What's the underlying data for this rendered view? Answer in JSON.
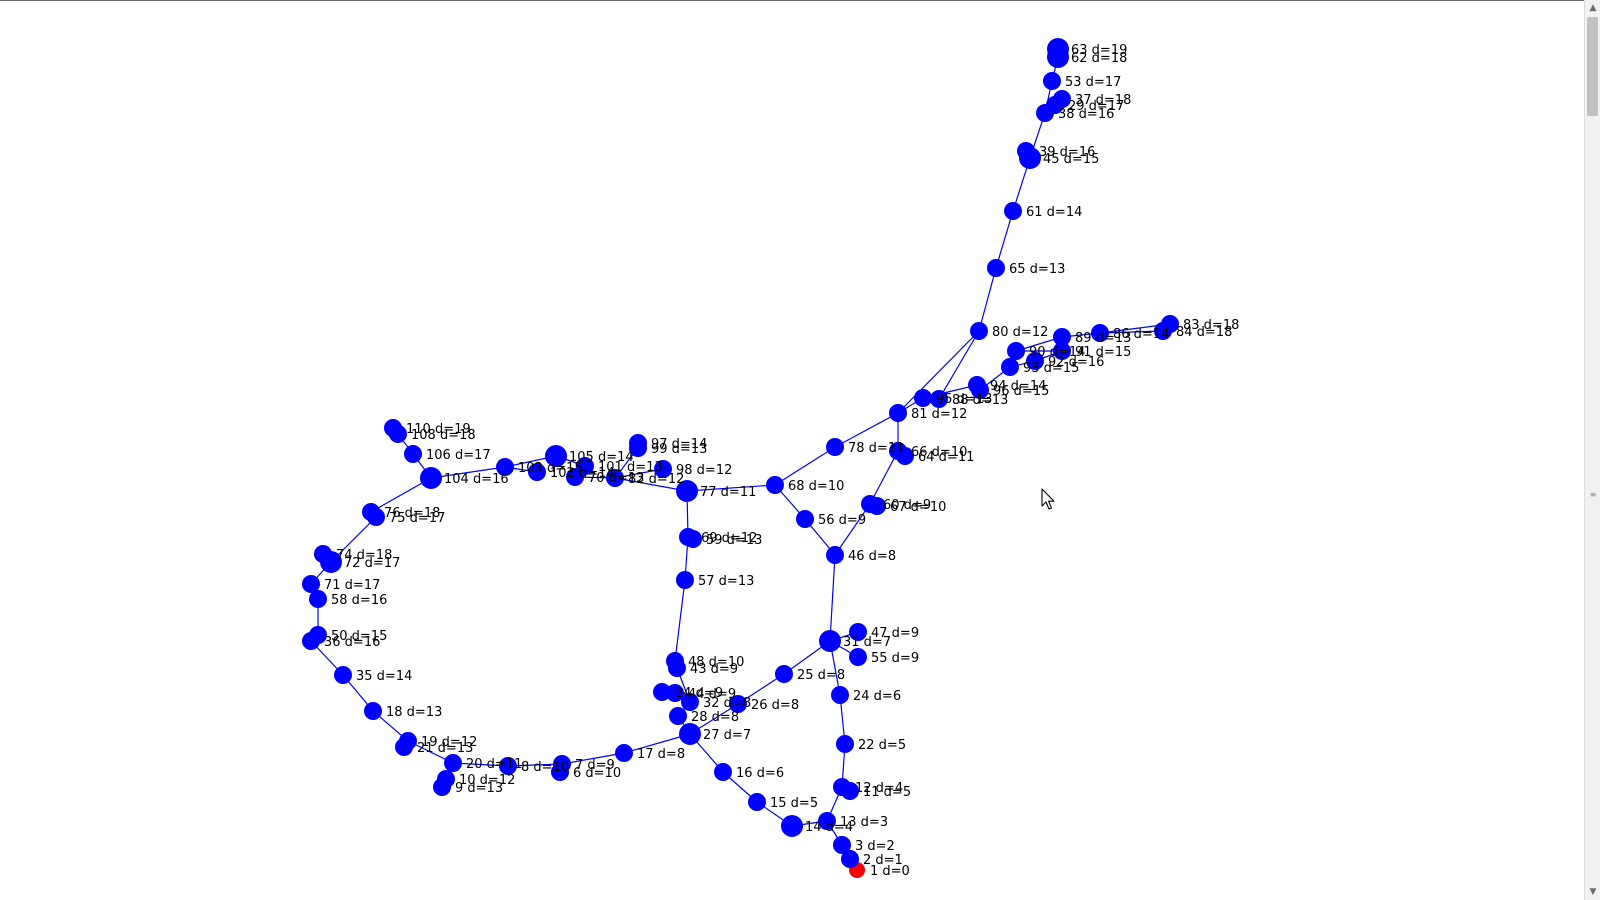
{
  "graph": {
    "start_color": "#ff0000",
    "node_color": "#0000ff",
    "edge_color": "#0000ff",
    "nodes": [
      {
        "id": "1",
        "label": "1 d=0",
        "start": true
      },
      {
        "id": "2",
        "label": "2 d=1"
      },
      {
        "id": "3",
        "label": "3 d=2"
      },
      {
        "id": "13",
        "label": "13 d=3"
      },
      {
        "id": "14",
        "label": "14 d=4"
      },
      {
        "id": "12",
        "label": "12 d=4"
      },
      {
        "id": "11",
        "label": "11 d=5"
      },
      {
        "id": "22",
        "label": "22 d=5"
      },
      {
        "id": "24",
        "label": "24 d=6"
      },
      {
        "id": "15",
        "label": "15 d=5"
      },
      {
        "id": "16",
        "label": "16 d=6"
      },
      {
        "id": "27",
        "label": "27 d=7"
      },
      {
        "id": "17",
        "label": "17 d=8"
      },
      {
        "id": "28",
        "label": "28 d=8"
      },
      {
        "id": "26",
        "label": "26 d=8"
      },
      {
        "id": "25",
        "label": "25 d=8"
      },
      {
        "id": "31",
        "label": "31 d=7"
      },
      {
        "id": "46",
        "label": "46 d=8"
      },
      {
        "id": "56",
        "label": "56 d=9"
      },
      {
        "id": "68",
        "label": "68 d=10"
      },
      {
        "id": "77",
        "label": "77 d=11"
      },
      {
        "id": "78",
        "label": "78 d=11"
      },
      {
        "id": "81",
        "label": "81 d=12"
      },
      {
        "id": "80",
        "label": "80 d=12"
      },
      {
        "id": "65",
        "label": "65 d=13"
      },
      {
        "id": "61",
        "label": "61 d=14"
      },
      {
        "id": "45",
        "label": "45 d=15"
      },
      {
        "id": "38",
        "label": "38 d=16"
      },
      {
        "id": "53",
        "label": "53 d=17"
      },
      {
        "id": "62",
        "label": "62 d=18"
      },
      {
        "id": "63",
        "label": "63 d=19"
      },
      {
        "id": "37",
        "label": "37 d=18"
      },
      {
        "id": "39",
        "label": "39 d=16"
      },
      {
        "id": "29",
        "label": "29 d=17"
      },
      {
        "id": "60",
        "label": "60 d=9"
      },
      {
        "id": "67",
        "label": "67 d=10"
      },
      {
        "id": "66",
        "label": "66 d=10"
      },
      {
        "id": "64",
        "label": "64 d=11"
      },
      {
        "id": "57",
        "label": "57 d=13"
      },
      {
        "id": "69",
        "label": "69 d=12"
      },
      {
        "id": "59",
        "label": "59 d=13"
      },
      {
        "id": "48",
        "label": "48 d=10"
      },
      {
        "id": "43",
        "label": "43 d=9"
      },
      {
        "id": "32",
        "label": "32 d=8"
      },
      {
        "id": "34",
        "label": "34 d=9"
      },
      {
        "id": "44",
        "label": "44 d=9"
      },
      {
        "id": "18",
        "label": "18 d=13"
      },
      {
        "id": "35",
        "label": "35 d=14"
      },
      {
        "id": "36",
        "label": "36 d=16"
      },
      {
        "id": "50",
        "label": "50 d=15"
      },
      {
        "id": "58",
        "label": "58 d=16"
      },
      {
        "id": "71",
        "label": "71 d=17"
      },
      {
        "id": "72",
        "label": "72 d=17"
      },
      {
        "id": "74",
        "label": "74 d=18"
      },
      {
        "id": "75",
        "label": "75 d=17"
      },
      {
        "id": "76",
        "label": "76 d=18"
      },
      {
        "id": "104",
        "label": "104 d=16"
      },
      {
        "id": "106",
        "label": "106 d=17"
      },
      {
        "id": "108",
        "label": "108 d=18"
      },
      {
        "id": "110",
        "label": "110 d=19"
      },
      {
        "id": "103",
        "label": "103 d=15"
      },
      {
        "id": "105",
        "label": "105 d=14"
      },
      {
        "id": "102",
        "label": "102 d=14"
      },
      {
        "id": "101",
        "label": "101 d=13"
      },
      {
        "id": "70",
        "label": "70 d=13"
      },
      {
        "id": "82",
        "label": "82 d=12"
      },
      {
        "id": "98",
        "label": "98 d=12"
      },
      {
        "id": "99",
        "label": "99 d=13"
      },
      {
        "id": "97",
        "label": "97 d=14"
      },
      {
        "id": "19",
        "label": "19 d=12"
      },
      {
        "id": "21",
        "label": "21 d=13"
      },
      {
        "id": "20",
        "label": "20 d=11"
      },
      {
        "id": "10",
        "label": "10 d=12"
      },
      {
        "id": "9",
        "label": "9 d=13"
      },
      {
        "id": "8",
        "label": "8 d=10"
      },
      {
        "id": "7",
        "label": "7 d=9"
      },
      {
        "id": "6",
        "label": "6 d=10"
      },
      {
        "id": "47",
        "label": "47 d=9"
      },
      {
        "id": "55",
        "label": "55 d=9"
      },
      {
        "id": "94",
        "label": "94 d=14"
      },
      {
        "id": "96",
        "label": "96 d=15"
      },
      {
        "id": "93",
        "label": "93 d=15"
      },
      {
        "id": "92",
        "label": "92 d=16"
      },
      {
        "id": "91",
        "label": "91 d=15"
      },
      {
        "id": "90",
        "label": "90 d=14"
      },
      {
        "id": "89",
        "label": "89 d=13"
      },
      {
        "id": "86",
        "label": "86 d=14"
      },
      {
        "id": "83",
        "label": "83 d=18"
      },
      {
        "id": "84",
        "label": "84 d=18"
      },
      {
        "id": "88",
        "label": "88 d=13"
      },
      {
        "id": "95",
        "label": "95 d=13"
      }
    ],
    "edges": [
      [
        "1",
        "2"
      ],
      [
        "2",
        "3"
      ],
      [
        "3",
        "13"
      ],
      [
        "13",
        "14"
      ],
      [
        "13",
        "12"
      ],
      [
        "12",
        "11"
      ],
      [
        "12",
        "22"
      ],
      [
        "22",
        "24"
      ],
      [
        "24",
        "31"
      ],
      [
        "14",
        "15"
      ],
      [
        "15",
        "16"
      ],
      [
        "16",
        "27"
      ],
      [
        "27",
        "17"
      ],
      [
        "27",
        "28"
      ],
      [
        "27",
        "26"
      ],
      [
        "26",
        "25"
      ],
      [
        "25",
        "31"
      ],
      [
        "31",
        "46"
      ],
      [
        "46",
        "56"
      ],
      [
        "56",
        "68"
      ],
      [
        "68",
        "77"
      ],
      [
        "68",
        "78"
      ],
      [
        "78",
        "81"
      ],
      [
        "81",
        "80"
      ],
      [
        "80",
        "65"
      ],
      [
        "65",
        "61"
      ],
      [
        "61",
        "45"
      ],
      [
        "45",
        "38"
      ],
      [
        "38",
        "53"
      ],
      [
        "53",
        "62"
      ],
      [
        "62",
        "63"
      ],
      [
        "38",
        "37"
      ],
      [
        "38",
        "29"
      ],
      [
        "45",
        "39"
      ],
      [
        "46",
        "60"
      ],
      [
        "60",
        "67"
      ],
      [
        "60",
        "66"
      ],
      [
        "66",
        "64"
      ],
      [
        "66",
        "81"
      ],
      [
        "77",
        "69"
      ],
      [
        "69",
        "59"
      ],
      [
        "69",
        "57"
      ],
      [
        "57",
        "48"
      ],
      [
        "48",
        "43"
      ],
      [
        "43",
        "32"
      ],
      [
        "32",
        "34"
      ],
      [
        "32",
        "44"
      ],
      [
        "28",
        "32"
      ],
      [
        "17",
        "7"
      ],
      [
        "7",
        "6"
      ],
      [
        "7",
        "8"
      ],
      [
        "8",
        "20"
      ],
      [
        "20",
        "10"
      ],
      [
        "10",
        "9"
      ],
      [
        "20",
        "19"
      ],
      [
        "19",
        "21"
      ],
      [
        "19",
        "18"
      ],
      [
        "18",
        "35"
      ],
      [
        "35",
        "36"
      ],
      [
        "36",
        "50"
      ],
      [
        "50",
        "58"
      ],
      [
        "58",
        "71"
      ],
      [
        "71",
        "72"
      ],
      [
        "72",
        "74"
      ],
      [
        "72",
        "75"
      ],
      [
        "75",
        "76"
      ],
      [
        "76",
        "104"
      ],
      [
        "104",
        "106"
      ],
      [
        "106",
        "108"
      ],
      [
        "108",
        "110"
      ],
      [
        "104",
        "103"
      ],
      [
        "103",
        "105"
      ],
      [
        "103",
        "102"
      ],
      [
        "105",
        "101"
      ],
      [
        "101",
        "70"
      ],
      [
        "70",
        "82"
      ],
      [
        "82",
        "77"
      ],
      [
        "82",
        "98"
      ],
      [
        "82",
        "99"
      ],
      [
        "99",
        "97"
      ],
      [
        "31",
        "47"
      ],
      [
        "31",
        "55"
      ],
      [
        "81",
        "95"
      ],
      [
        "95",
        "94"
      ],
      [
        "94",
        "96"
      ],
      [
        "96",
        "93"
      ],
      [
        "93",
        "92"
      ],
      [
        "92",
        "91"
      ],
      [
        "91",
        "90"
      ],
      [
        "90",
        "89"
      ],
      [
        "89",
        "86"
      ],
      [
        "86",
        "83"
      ],
      [
        "86",
        "84"
      ],
      [
        "80",
        "88"
      ]
    ]
  },
  "cursor": {
    "name": "mouse-pointer"
  },
  "scrollbar": {
    "up_glyph": "▲",
    "down_glyph": "▼",
    "grip_glyph": "≡"
  }
}
